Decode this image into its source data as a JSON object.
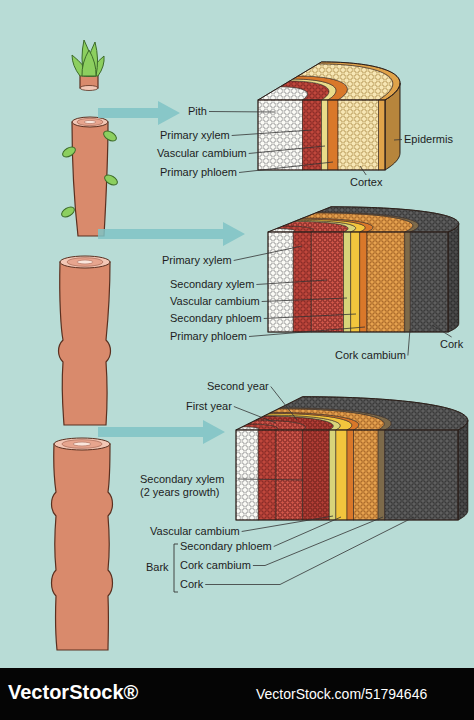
{
  "diagram": {
    "labels": [
      "Pith",
      "Primary xylem",
      "Vascular cambium",
      "Primary phloem",
      "Epidermis",
      "Cortex",
      "Primary xylem",
      "Secondary xylem",
      "Vascular cambium",
      "Secondary phloem",
      "Primary phloem",
      "Cork",
      "Cork cambium",
      "Second year",
      "First year",
      "Secondary xylem (2 years growth)",
      "Vascular cambium",
      "Bark",
      "Secondary phloem",
      "Cork cambium",
      "Cork",
      "VectorStock®",
      "VectorStock.com/51794646"
    ]
  }
}
